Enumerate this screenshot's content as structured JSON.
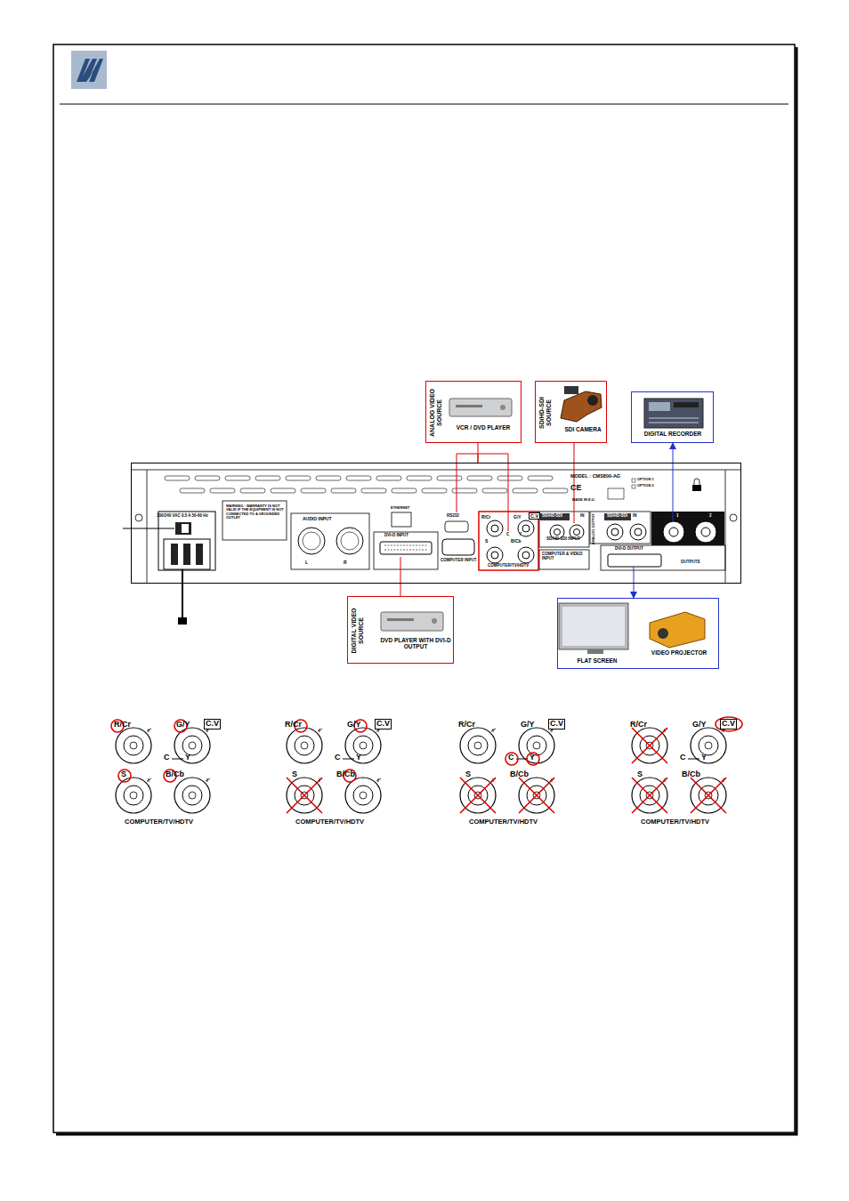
{
  "diagram": {
    "nodes": [
      {
        "text": [
          "ANALOG VIDEO SOURCE",
          "VCR / DVD PLAYER"
        ]
      },
      {
        "text": [
          "SD/HD-SDI SOURCE",
          "SDI CAMERA"
        ]
      },
      {
        "text": [
          "DIGITAL RECORDER"
        ]
      },
      {
        "text": [
          "MODEL : CMS800-AG"
        ]
      },
      {
        "text": [
          "DIGITAL VIDEO SOURCE",
          "DVD PLAYER WITH DVI-D OUTPUT"
        ]
      },
      {
        "text": [
          "FLAT SCREEN",
          "VIDEO PROJECTOR"
        ]
      }
    ],
    "edges": [
      {
        "from": 0,
        "to": 3,
        "arrow": "none"
      },
      {
        "from": 1,
        "to": 3,
        "arrow": "none"
      },
      {
        "from": 3,
        "to": 2,
        "arrow": "to"
      },
      {
        "from": 4,
        "to": 3,
        "arrow": "none"
      },
      {
        "from": 3,
        "to": 5,
        "arrow": "to"
      }
    ],
    "labels": [
      "100/240 VAC 0.5 A 50-60 Hz",
      "WARNING : WARRANTY IS NOT VALID IF THE EQUIPMENT IS NOT CONNECTED TO A GROUNDED OUTLET",
      "AUDIO INPUT",
      "L",
      "R",
      "ETHERNET",
      "RS232",
      "DVI-D INPUT",
      "COMPUTER INPUT",
      "R/Cr",
      "G/Y",
      "C.V",
      "S",
      "C",
      "Y",
      "B/Cb",
      "COMPUTER/TV/HDTV",
      "SD/HD-SDI",
      "IN",
      "SD/HD-SDI INPUT",
      "COMPUTER & VIDEO INPUT",
      "ANALOG OUTPUT",
      "SD/HD-SDI",
      "IN",
      "DVI-D OUTPUT",
      "OUTPUTS",
      "MADE IN E.U.",
      "CE",
      "OPTION 1",
      "OPTION 2",
      "1",
      "2",
      "R/Cr",
      "G/Y",
      "C.V",
      "C",
      "Y",
      "S",
      "B/Cb",
      "COMPUTER/TV/HDTV",
      "R/Cr",
      "G/Y",
      "C.V",
      "C",
      "Y",
      "S",
      "B/Cb",
      "COMPUTER/TV/HDTV",
      "R/Cr",
      "G/Y",
      "C.V",
      "C",
      "Y",
      "S",
      "B/Cb",
      "COMPUTER/TV/HDTV",
      "R/Cr",
      "G/Y",
      "C.V",
      "C",
      "Y",
      "S",
      "B/Cb",
      "COMPUTER/TV/HDTV"
    ]
  }
}
